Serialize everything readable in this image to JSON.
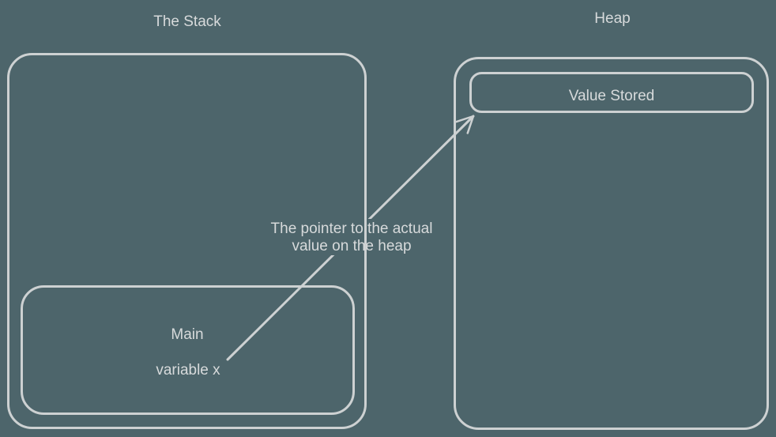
{
  "colors": {
    "background": "#4D656B",
    "stroke": "#CDD1D2",
    "text": "#D7DADB"
  },
  "stack": {
    "title": "The Stack",
    "main_box": {
      "title": "Main",
      "variable_label": "variable x"
    }
  },
  "heap": {
    "title": "Heap",
    "value_box_label": "Value Stored"
  },
  "pointer": {
    "label_lines": [
      "The pointer to the actual",
      "value on the heap"
    ]
  }
}
